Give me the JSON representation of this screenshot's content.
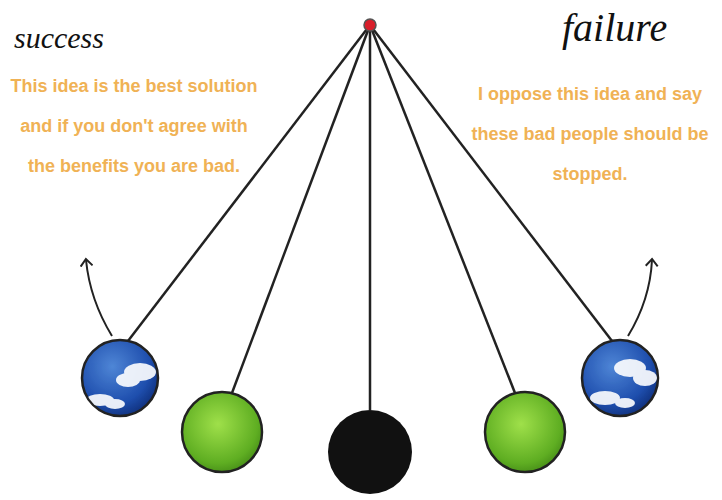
{
  "diagram": {
    "labels": [
      "success",
      "This idea is the best solution and if you don't agree with the benefits you are bad.",
      "failure",
      "I oppose this idea and say these bad people should be stopped."
    ]
  }
}
